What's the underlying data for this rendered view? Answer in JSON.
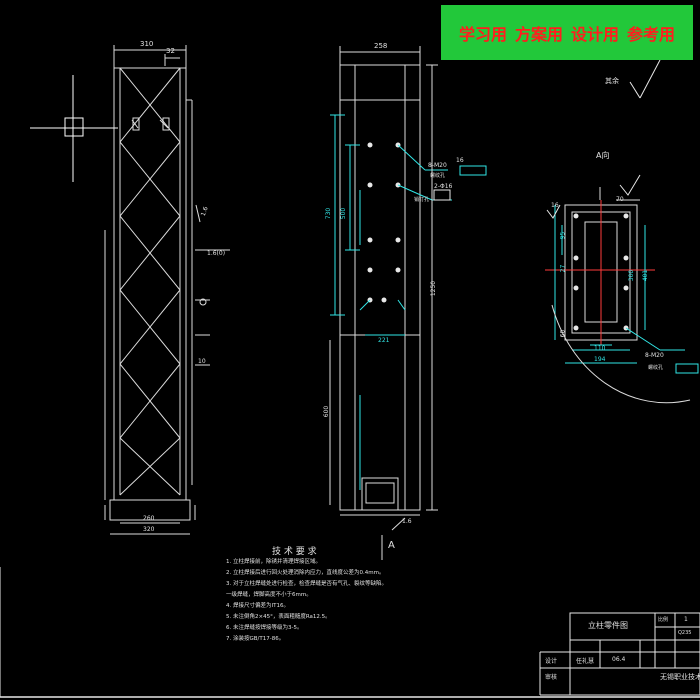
{
  "banner": {
    "items": [
      "学习用",
      "方案用",
      "设计用",
      "参考用"
    ]
  },
  "drawing": {
    "view_a_label": "A向",
    "section_a_label": "A",
    "roughness_label": "其余",
    "tech_title": "技 术 要 求",
    "tech_notes": [
      "1. 立柱焊接前，除锈并清理焊接区域。",
      "2. 立柱焊接后进行回火处理消除内应力，直线度公差为0.4mm。",
      "3. 对于立柱焊缝处进行检查，检查焊缝是否有气孔、裂纹等缺陷。",
      "  一级焊缝，焊脚高度不小于6mm。",
      "4. 焊接尺寸偏差为IT16。",
      "5. 未注倒角2×45°，表面粗糙度Ra12.5。",
      "6. 未注焊缝按焊接等级为3-5。",
      "7. 涂装按GB/T17-86。"
    ],
    "dims": {
      "top_width": "310",
      "top_small": "32",
      "base_inner": "260",
      "base_outer": "320",
      "right_tolerance": "1.6",
      "side_1": "1.6(0)",
      "side_2": "10",
      "mid_top": "258",
      "mid_730": "730",
      "mid_500": "500",
      "mid_1250": "1250",
      "mid_600": "600",
      "mid_bottom": "221",
      "mid_16": "16",
      "mid_bottom_16": "1.6",
      "callout_1": "8-M20",
      "callout_1b": "螺纹孔",
      "callout_2": "2-Φ16",
      "callout_2b": "销钉孔",
      "av_top_70": "70",
      "av_16": "16",
      "av_95": "95",
      "av_27": "27",
      "av_300": "300",
      "av_401": "401",
      "av_60": "60",
      "av_110": "110",
      "av_194": "194",
      "av_callout": "8-M20",
      "av_callout_b": "螺纹孔"
    }
  },
  "title_block": {
    "part_name": "立柱零件图",
    "designer_label": "设计",
    "designer": "任礼慧",
    "date": "06.4",
    "check_label": "审核",
    "scale_label": "比例",
    "scale": "1",
    "material": "Q235",
    "school": "无锡职业技术"
  }
}
